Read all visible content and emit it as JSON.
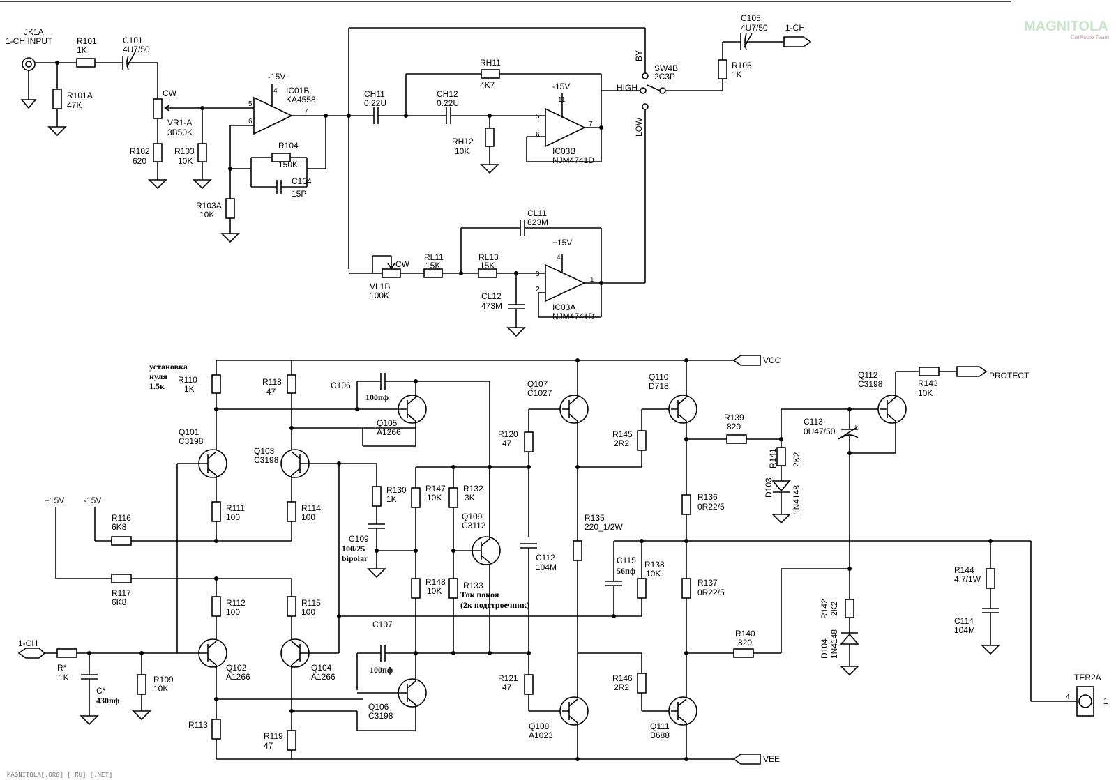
{
  "watermark": {
    "brand": "MAGNITOLA",
    "sub": "CarAudio Team"
  },
  "footer": "MAGNITOLA[.ORG] [.RU] [.NET]",
  "input": {
    "jack": "JK1A",
    "jack_desc": "1-CH INPUT",
    "r101": "R101",
    "r101_v": "1K",
    "c101": "C101",
    "c101_v": "4U7/50",
    "r101a": "R101A",
    "r101a_v": "47K",
    "cw": "CW",
    "vr1a": "VR1-A",
    "vr1a_v": "3B50K",
    "r102": "R102",
    "r102_v": "620",
    "r103": "R103",
    "r103_v": "10K",
    "r103a": "R103A",
    "r103a_v": "10K",
    "ic01_supply": "-15V",
    "ic01_pin4": "4",
    "ic01b": "IC01B",
    "ic01b_v": "KA4558",
    "ic01_pin5": "5",
    "ic01_pin6": "6",
    "ic01_pin7": "7",
    "r104": "R104",
    "r104_v": "150K",
    "c104": "C104",
    "c104_v": "15P"
  },
  "high_filter": {
    "ch11": "CH11",
    "ch11_v": "0.22U",
    "ch12": "CH12",
    "ch12_v": "0.22U",
    "rh11": "RH11",
    "rh11_v": "4K7",
    "rh12": "RH12",
    "rh12_v": "10K",
    "ic03_supply": "-15V",
    "ic03_pin11": "11",
    "ic03_pin5": "5",
    "ic03_pin6": "6",
    "ic03_pin7": "7",
    "ic03b": "IC03B",
    "ic03b_v": "NJM4741D"
  },
  "low_filter": {
    "cl11": "CL11",
    "cl11_v": "823M",
    "vl1b": "VL1B",
    "vl1b_v": "100K",
    "cw": "CW",
    "rl11": "RL11",
    "rl11_v": "15K",
    "rl13": "RL13",
    "rl13_v": "15K",
    "cl12": "CL12",
    "cl12_v": "473M",
    "ic03_supply": "+15V",
    "ic03_pin4": "4",
    "ic03_pin3": "3",
    "ic03_pin2": "2",
    "ic03_pin1": "1",
    "ic03a": "IC03A",
    "ic03a_v": "NJM4741D"
  },
  "switch": {
    "by": "BY",
    "high": "HIGH",
    "low": "LOW",
    "sw4b": "SW4B",
    "sw4b_v": "2C3P",
    "r105": "R105",
    "r105_v": "1K",
    "c105": "C105",
    "c105_v": "4U7/50",
    "out": "1-CH"
  },
  "amp": {
    "vcc": "VCC",
    "vee": "VEE",
    "protect": "PROTECT",
    "plus15": "+15V",
    "minus15": "-15V",
    "note_zero_1": "установка",
    "note_zero_2": "нуля",
    "note_zero_3": "1.5к",
    "r110": "R110",
    "r110_v": "1K",
    "r118": "R118",
    "r118_v": "47",
    "c106": "C106",
    "c106_v": "100пф",
    "q105": "Q105",
    "q105_v": "A1266",
    "q101": "Q101",
    "q101_v": "C3198",
    "q103": "Q103",
    "q103_v": "C3198",
    "r111": "R111",
    "r111_v": "100",
    "r114": "R114",
    "r114_v": "100",
    "r116": "R116",
    "r116_v": "6K8",
    "r117": "R117",
    "r117_v": "6K8",
    "r112": "R112",
    "r112_v": "100",
    "r115": "R115",
    "r115_v": "100",
    "q102": "Q102",
    "q102_v": "A1266",
    "q104": "Q104",
    "q104_v": "A1266",
    "in": "1-CH",
    "rstar": "R*",
    "rstar_v": "1K",
    "cstar": "C*",
    "cstar_v": "430пф",
    "r109": "R109",
    "r109_v": "10K",
    "r113": "R113",
    "r119": "R119",
    "r119_v": "47",
    "r130": "R130",
    "r130_v": "1K",
    "c109": "C109",
    "c109_v": "100/25",
    "c109_v2": "bipolar",
    "r147": "R147",
    "r147_v": "10K",
    "r132": "R132",
    "r132_v": "3K",
    "q109": "Q109",
    "q109_v": "C3112",
    "r148": "R148",
    "r148_v": "10K",
    "r133": "R133",
    "note_bias_1": "Ток покоя",
    "note_bias_2": "(2к подстроечник)",
    "c107": "C107",
    "c107_v": "100пф",
    "q106": "Q106",
    "q106_v": "C3198",
    "q107": "Q107",
    "q107_v": "C1027",
    "r120": "R120",
    "r120_v": "47",
    "c112": "C112",
    "c112_v": "104M",
    "r121": "R121",
    "r121_v": "47",
    "q108": "Q108",
    "q108_v": "A1023",
    "r135": "R135",
    "r135_v": "220_1/2W",
    "q110": "Q110",
    "q110_v": "D718",
    "r145": "R145",
    "r145_v": "2R2",
    "r139": "R139",
    "r139_v": "820",
    "r136": "R136",
    "r136_v": "0R22/5",
    "c115": "C115",
    "c115_v": "56пф",
    "r138": "R138",
    "r138_v": "10K",
    "r137": "R137",
    "r137_v": "0R22/5",
    "r140": "R140",
    "r140_v": "820",
    "r146": "R146",
    "r146_v": "2R2",
    "q111": "Q111",
    "q111_v": "B688",
    "q112": "Q112",
    "q112_v": "C3198",
    "r143": "R143",
    "r143_v": "10K",
    "c113": "C113",
    "c113_v": "0U47/50",
    "r141": "R141",
    "r141_v": "2K2",
    "d103": "D103",
    "d103_v": "1N4148",
    "r142": "R142",
    "r142_v": "2K2",
    "d104": "D104",
    "d104_v": "1N4148",
    "r144": "R144",
    "r144_v": "4.7/1W",
    "c114": "C114",
    "c114_v": "104M",
    "ter2a": "TER2A",
    "ter_pin4": "4",
    "ter_pin1": "1"
  }
}
